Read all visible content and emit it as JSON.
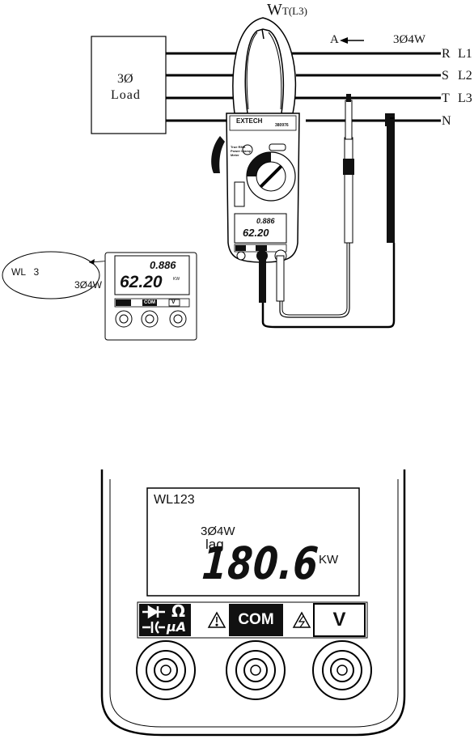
{
  "top_diagram": {
    "wt_label": "W",
    "wt_sub": "T(L3)",
    "current_arrow_label": "A",
    "system_label": "3Ø4W",
    "load_line1": "3Ø",
    "load_line2": "Load",
    "lines": [
      {
        "name": "R",
        "code": "L1"
      },
      {
        "name": "S",
        "code": "L2"
      },
      {
        "name": "T",
        "code": "L3"
      },
      {
        "name": "N",
        "code": ""
      }
    ],
    "meter_brand": "EXTECH",
    "meter_model": "380976",
    "meter_desc": [
      "True RMS",
      "Power Clamp",
      "Meter"
    ],
    "meter_lcd_top": "0.886",
    "meter_lcd_main": "62.20",
    "callout_wl": "WL   3",
    "callout_sys": "3Ø4W",
    "callout_lcd_top": "0.886",
    "callout_lcd_main": "62.20",
    "callout_unit": "KW",
    "callout_com": "COM",
    "callout_v": "V"
  },
  "enlarged_meter": {
    "wl_label": "WL123",
    "system_label": "3Ø4W",
    "lag_label": "lag",
    "reading": "180.6",
    "unit": "KW",
    "omega": "Ω",
    "micro_amp": "μA",
    "com_label": "COM",
    "v_label": "V"
  }
}
